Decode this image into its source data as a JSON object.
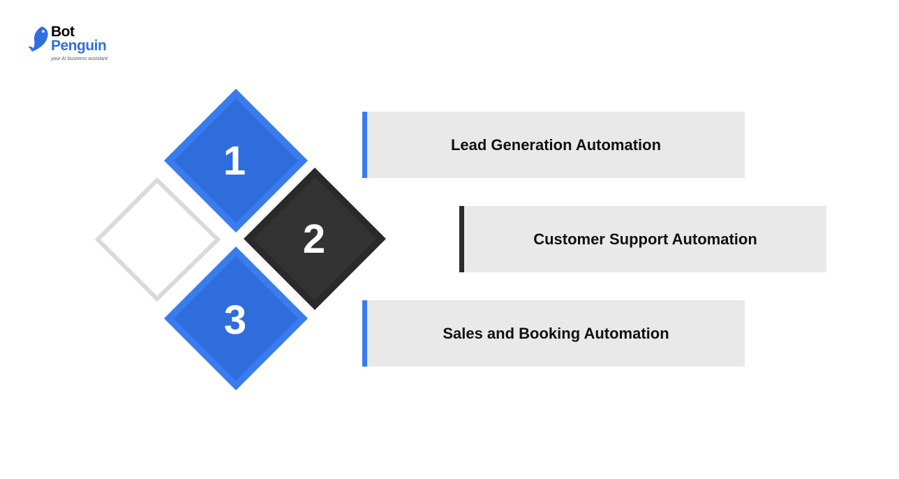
{
  "logo": {
    "word1": "Bot",
    "word2": "Penguin",
    "tagline": "your AI business assistant",
    "brand_color": "#2f6fe0"
  },
  "steps": [
    {
      "number": "1",
      "label": "Lead Generation Automation",
      "accent": "#3a7bf0"
    },
    {
      "number": "2",
      "label": "Customer Support Automation",
      "accent": "#2b2b2b"
    },
    {
      "number": "3",
      "label": "Sales and Booking Automation",
      "accent": "#3a7bf0"
    }
  ],
  "colors": {
    "blue_outer": "#3a7bf0",
    "blue_inner": "#2f6ddd",
    "dark_outer": "#2a2a2a",
    "dark_inner": "#333333",
    "empty_outline": "#d9d9d9",
    "card_bg": "#e9e9e9"
  }
}
